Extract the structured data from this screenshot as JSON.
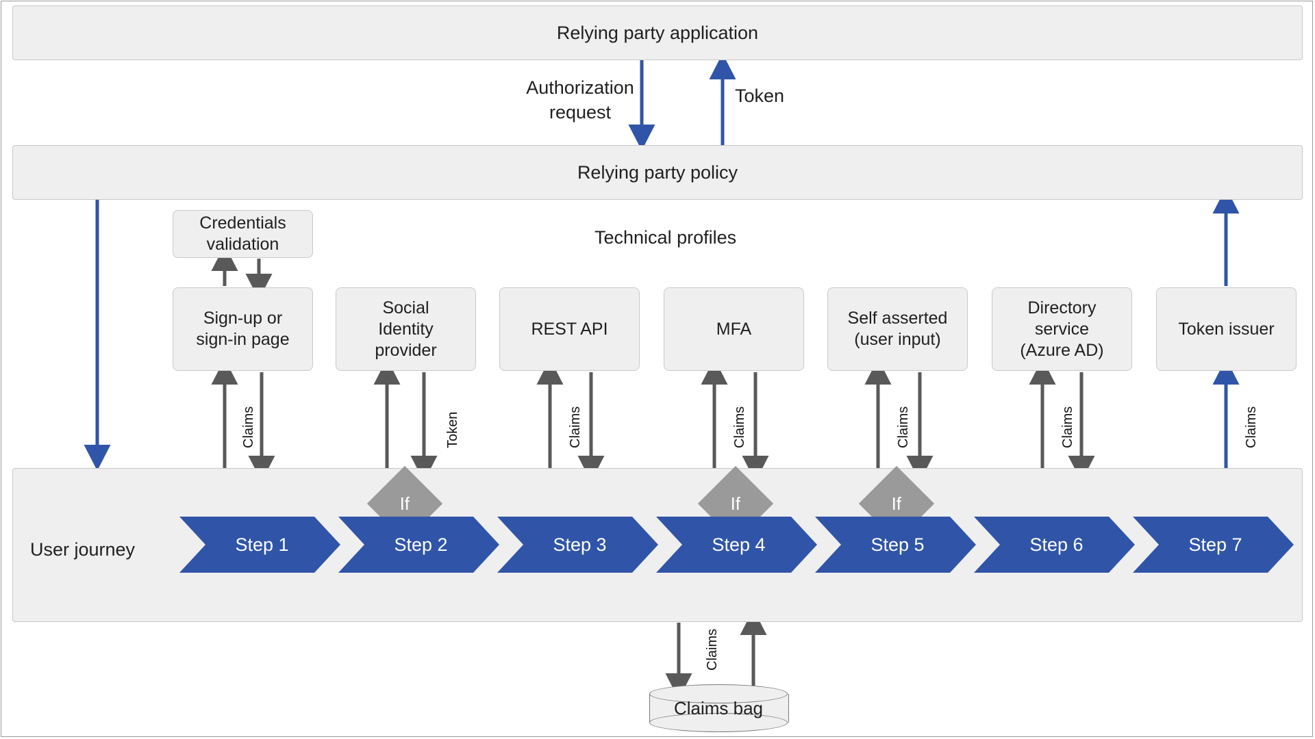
{
  "diagram": {
    "title": "Azure AD B2C relying party policy / user journey architecture",
    "colors": {
      "step_blue": "#3055A8",
      "box_gray": "#efefef",
      "box_border": "#c9c9c9",
      "arrow_gray": "#595959",
      "arrow_blue": "#3055A8",
      "diamond_gray": "#9a9a9a"
    }
  },
  "bands": {
    "relying_party_application": "Relying party application",
    "relying_party_policy": "Relying party policy"
  },
  "flow_labels": {
    "authorization_request_line1": "Authorization",
    "authorization_request_line2": "request",
    "token": "Token"
  },
  "technical_profiles": {
    "section_label": "Technical profiles",
    "credentials_validation": "Credentials\nvalidation",
    "items": [
      {
        "label": "Sign-up or\nsign-in page",
        "edge_label": "Claims",
        "has_if": false
      },
      {
        "label": "Social\nIdentity\nprovider",
        "edge_label": "Token",
        "has_if": true
      },
      {
        "label": "REST API",
        "edge_label": "Claims",
        "has_if": false
      },
      {
        "label": "MFA",
        "edge_label": "Claims",
        "has_if": true
      },
      {
        "label": "Self asserted\n(user input)",
        "edge_label": "Claims",
        "has_if": true
      },
      {
        "label": "Directory\nservice\n(Azure AD)",
        "edge_label": "Claims",
        "has_if": false
      },
      {
        "label": "Token issuer",
        "edge_label": "Claims",
        "has_if": false
      }
    ]
  },
  "user_journey": {
    "label": "User journey",
    "steps": [
      {
        "label": "Step 1"
      },
      {
        "label": "Step 2"
      },
      {
        "label": "Step 3"
      },
      {
        "label": "Step 4"
      },
      {
        "label": "Step 5"
      },
      {
        "label": "Step 6"
      },
      {
        "label": "Step 7"
      }
    ],
    "conditions": [
      {
        "label": "If",
        "above_step": "Step 2"
      },
      {
        "label": "If",
        "above_step": "Step 4"
      },
      {
        "label": "If",
        "above_step": "Step 5"
      }
    ]
  },
  "claims_bag": {
    "label": "Claims bag",
    "edge_label": "Claims"
  }
}
